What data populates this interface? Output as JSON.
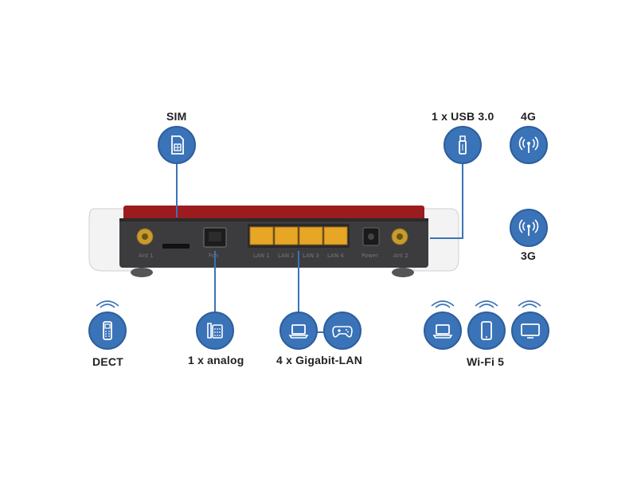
{
  "labels": {
    "sim": "SIM",
    "usb": "1 x USB 3.0",
    "lte": "4G",
    "umts": "3G",
    "dect": "DECT",
    "analog": "1 x analog",
    "lan": "4 x Gigabit-LAN",
    "wifi": "Wi-Fi 5"
  },
  "ports": {
    "ant1": "Ant 1",
    "fon": "Fon",
    "lan1": "LAN 1",
    "lan2": "LAN 2",
    "lan3": "LAN 3",
    "lan4": "LAN 4",
    "power": "Power",
    "ant2": "Ant 2"
  },
  "icons": [
    "sim-card-icon",
    "usb-stick-icon",
    "antenna-4g-icon",
    "antenna-3g-icon",
    "dect-phone-icon",
    "analog-phone-icon",
    "laptop-icon",
    "gamepad-icon",
    "wifi-laptop-icon",
    "wifi-tablet-icon",
    "wifi-tv-icon",
    "wifi-signal-icon"
  ],
  "colors": {
    "accent": "#3a73b8",
    "router_red": "#9b1b1f",
    "router_dark": "#3c3c3e",
    "port_yellow": "#e8a626"
  }
}
